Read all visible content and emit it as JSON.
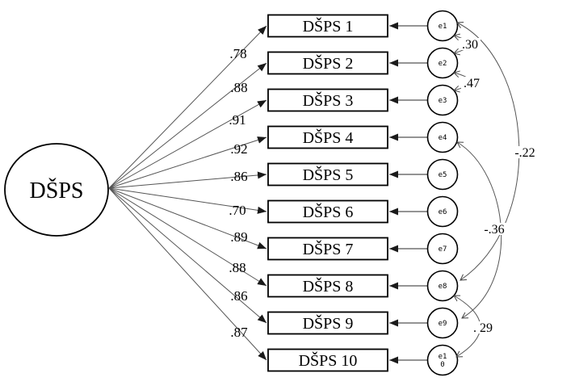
{
  "diagram": {
    "type": "sem-path-diagram",
    "latent": {
      "label": "DŠPS"
    },
    "indicators": [
      {
        "label": "DŠPS 1",
        "loading": ".78",
        "error": "e1"
      },
      {
        "label": "DŠPS 2",
        "loading": ".88",
        "error": "e2"
      },
      {
        "label": "DŠPS 3",
        "loading": ".91",
        "error": "e3"
      },
      {
        "label": "DŠPS 4",
        "loading": ".92",
        "error": "e4"
      },
      {
        "label": "DŠPS 5",
        "loading": ".86",
        "error": "e5"
      },
      {
        "label": "DŠPS 6",
        "loading": ".70",
        "error": "e6"
      },
      {
        "label": "DŠPS 7",
        "loading": ".89",
        "error": "e7"
      },
      {
        "label": "DŠPS 8",
        "loading": ".88",
        "error": "e8"
      },
      {
        "label": "DŠPS 9",
        "loading": ".86",
        "error": "e9"
      },
      {
        "label": "DŠPS 10",
        "loading": ".87",
        "error": "e10",
        "error_lines": [
          "e1",
          "0"
        ]
      }
    ],
    "covariances": [
      {
        "from": "e1",
        "to": "e2",
        "value": ".30"
      },
      {
        "from": "e2",
        "to": "e3",
        "value": ".47"
      },
      {
        "from": "e1",
        "to": "e8",
        "value": "-.22"
      },
      {
        "from": "e4",
        "to": "e9",
        "value": "-.36"
      },
      {
        "from": "e8",
        "to": "e10",
        "value": ". 29"
      }
    ]
  }
}
